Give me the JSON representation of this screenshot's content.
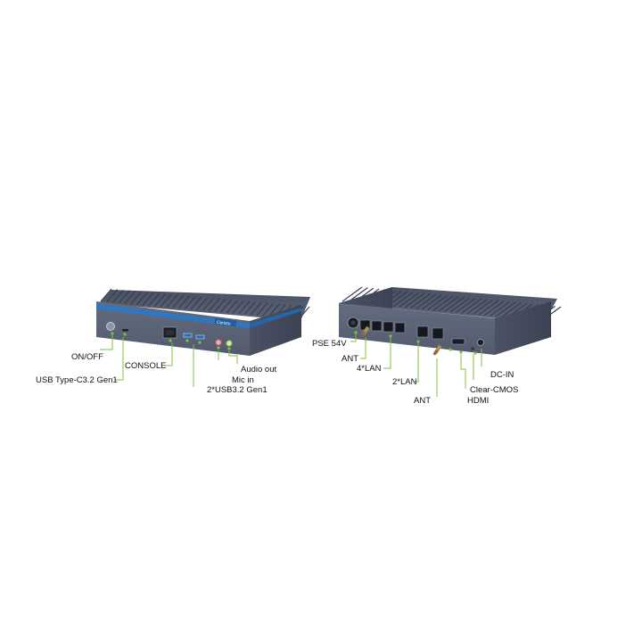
{
  "front_unit": {
    "badge_text": "Ceristo",
    "labels": {
      "on_off": "ON/OFF",
      "usb_type_c": "USB Type-C3.2 Gen1",
      "console": "CONSOLE",
      "audio_out": "Audio out",
      "mic_in": "Mic in",
      "usb3": "2*USB3.2 Gen1"
    }
  },
  "rear_unit": {
    "labels": {
      "pse": "PSE 54V",
      "ant_left": "ANT",
      "lan4": "4*LAN",
      "lan2": "2*LAN",
      "ant_bottom": "ANT",
      "dc_in": "DC-IN",
      "clear_cmos": "Clear-CMOS",
      "hdmi": "HDMI"
    }
  },
  "colors": {
    "chassis": "#5b6376",
    "fins": "#3f4658",
    "accent_blue": "#2a78c8",
    "callout_green": "#7dc242"
  }
}
